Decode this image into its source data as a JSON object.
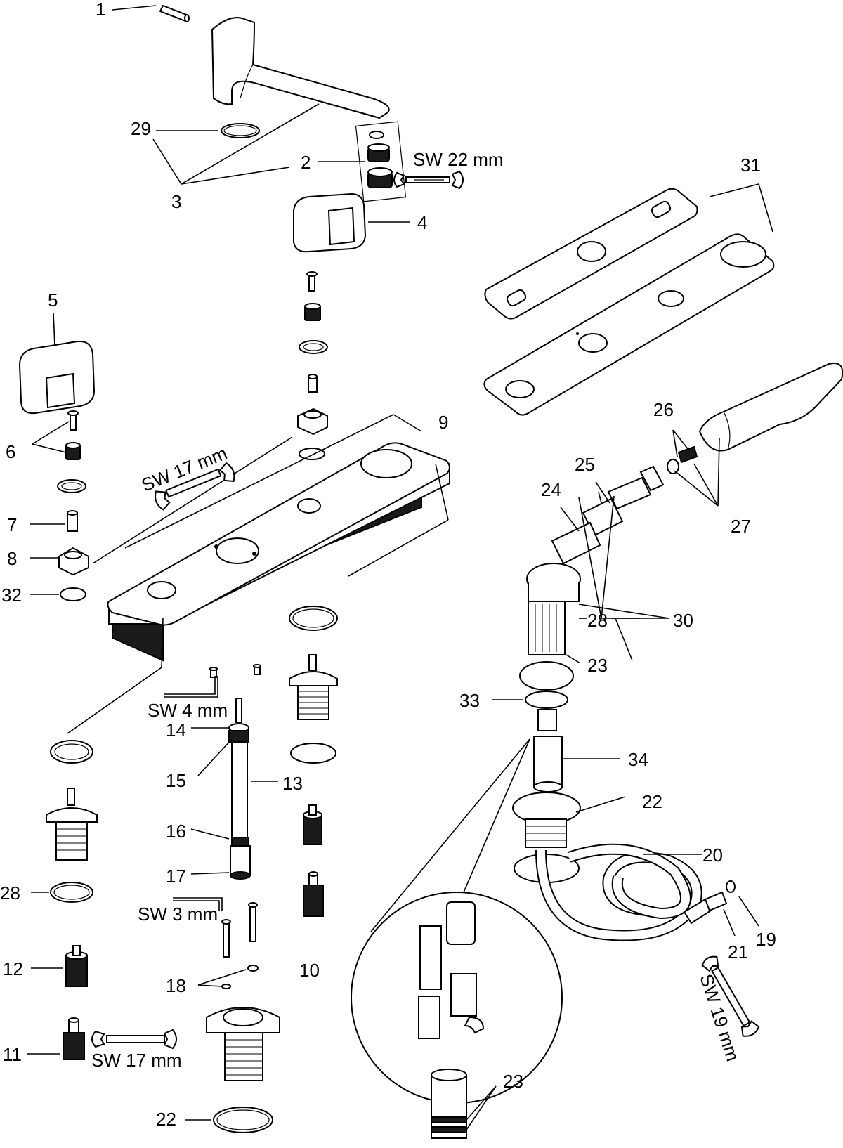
{
  "callouts": {
    "n1": "1",
    "n2": "2",
    "n3": "3",
    "n4": "4",
    "n5": "5",
    "n6": "6",
    "n7": "7",
    "n8": "8",
    "n9": "9",
    "n10": "10",
    "n11": "11",
    "n12": "12",
    "n13": "13",
    "n14": "14",
    "n15": "15",
    "n16": "16",
    "n17": "17",
    "n18": "18",
    "n19": "19",
    "n20": "20",
    "n21": "21",
    "n22a": "22",
    "n22b": "22",
    "n23a": "23",
    "n23b": "23",
    "n24": "24",
    "n25": "25",
    "n26": "26",
    "n27": "27",
    "n28a": "28",
    "n28b": "28",
    "n29": "29",
    "n30": "30",
    "n31": "31",
    "n32": "32",
    "n33": "33",
    "n34": "34"
  },
  "wrench_labels": {
    "sw22": "SW 22 mm",
    "sw17_top": "SW 17 mm",
    "sw4": "SW 4 mm",
    "sw3": "SW 3 mm",
    "sw17_bottom": "SW 17 mm",
    "sw19": "SW 19 mm"
  }
}
